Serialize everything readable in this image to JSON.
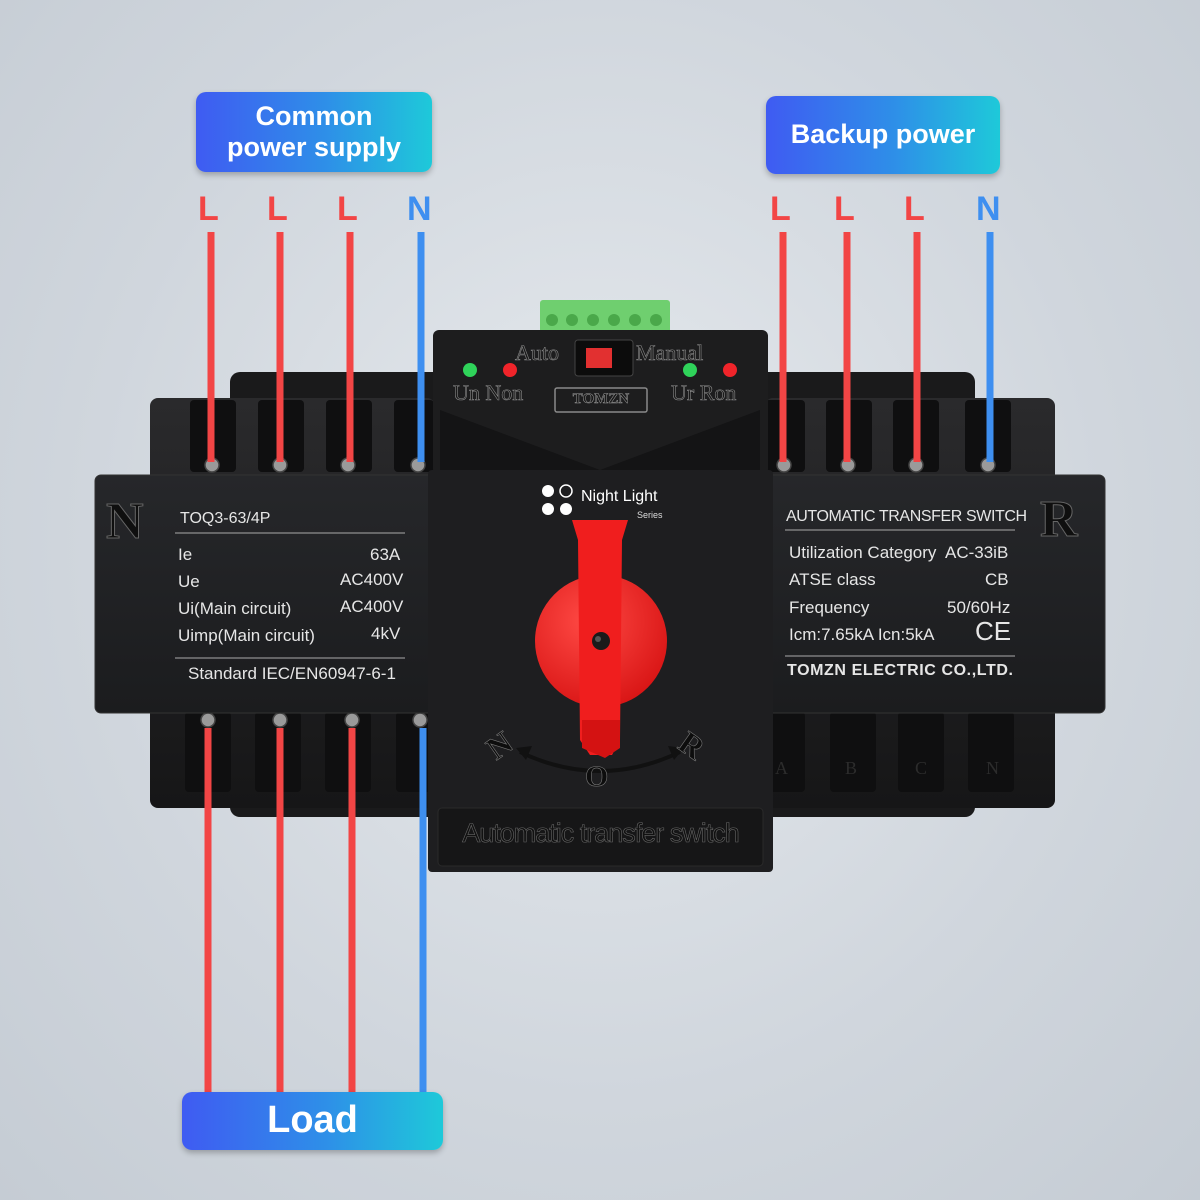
{
  "banners": {
    "common": [
      "Common",
      "power supply"
    ],
    "backup": "Backup power",
    "load": "Load"
  },
  "wire_labels": {
    "left": [
      "L",
      "L",
      "L",
      "N"
    ],
    "right": [
      "L",
      "L",
      "L",
      "N"
    ]
  },
  "center_module": {
    "auto": "Auto",
    "manual": "Manual",
    "un_non": "Un Non",
    "ur_ron": "Ur Ron",
    "brand_plate": "TOMZN",
    "series_name": "Night Light",
    "series_sub": "Series",
    "dial_n": "N",
    "dial_o": "O",
    "dial_r": "R",
    "bottom_text": "Automatic transfer switch"
  },
  "left_panel": {
    "big_letter": "N",
    "model": "TOQ3-63/4P",
    "specs": [
      {
        "k": "Ie",
        "v": "63A"
      },
      {
        "k": "Ue",
        "v": "AC400V"
      },
      {
        "k": "Ui(Main circuit)",
        "v": "AC400V"
      },
      {
        "k": "Uimp(Main circuit)",
        "v": "4kV"
      }
    ],
    "standard": "Standard IEC/EN60947-6-1"
  },
  "right_panel": {
    "big_letter": "R",
    "title": "AUTOMATIC TRANSFER SWITCH",
    "specs": [
      {
        "k": "Utilization Category",
        "v": "AC-33iB"
      },
      {
        "k": "ATSE class",
        "v": "CB"
      },
      {
        "k": "Frequency",
        "v": "50/60Hz"
      },
      {
        "k": "Icm:7.65kA Icn:5kA",
        "v": "CE"
      }
    ],
    "company": "TOMZN ELECTRIC CO.,LTD."
  },
  "terminal_letters_right_bottom": [
    "A",
    "B",
    "C",
    "N"
  ],
  "colors": {
    "live_wire": "#f24545",
    "neutral_wire": "#3e8ff0",
    "body": "#1f1f20",
    "handle": "#f01e1e",
    "led_green": "#2fd35a",
    "led_red": "#f0242a",
    "connector": "#6fcf6f"
  }
}
